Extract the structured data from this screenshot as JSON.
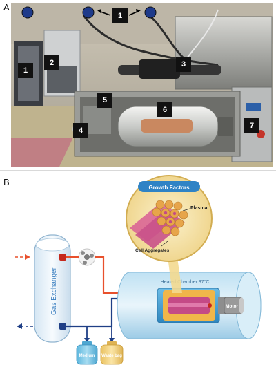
{
  "panels": {
    "a": {
      "letter": "A"
    },
    "b": {
      "letter": "B"
    }
  },
  "photo_callouts": [
    "1",
    "1",
    "2",
    "3",
    "4",
    "5",
    "6",
    "7"
  ],
  "diagram": {
    "gas_exchanger": "Gas Exchanger",
    "growth_factors": "Growth Factors",
    "plasma": "Plasma",
    "cell_aggregates": "Cell Aggregates",
    "heated_chamber": "Heated Chamber 37°C",
    "motor": "Motor",
    "medium": "Medium",
    "waste_bag": "Waste bag"
  },
  "colors": {
    "inflow_arrow": "#e8502c",
    "outflow_arrow": "#1f3f86",
    "exchanger_fill": "#eef5fb",
    "chamber_fill": "#4aa6d9",
    "medium_bottle": "#6fc2e3",
    "waste_bottle": "#f1cf7c",
    "fiber_pink": "#d85e94",
    "fiber_gold": "#e7a54a",
    "title_blue": "#1f6aa8"
  }
}
